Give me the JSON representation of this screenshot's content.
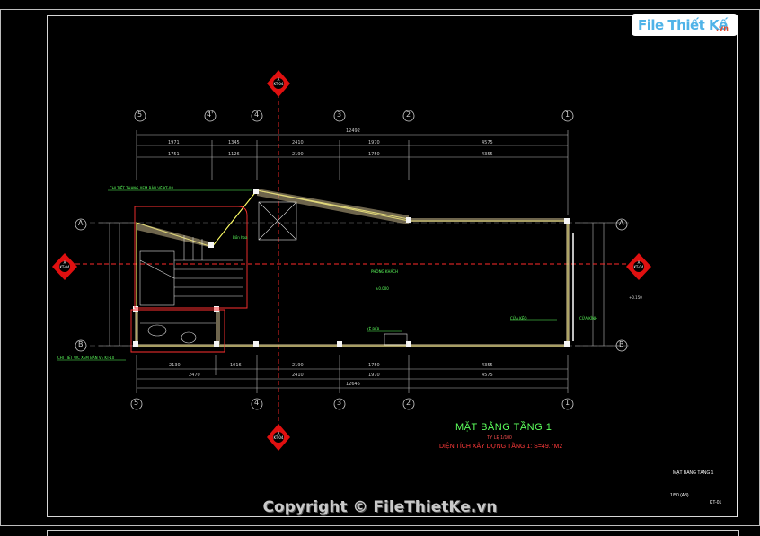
{
  "logo": {
    "brand": "File Thiết Kế",
    "tld": ".vn"
  },
  "drawing": {
    "title": "MẶT BẰNG TẦNG 1",
    "scale_note": "TỶ LỆ 1/100",
    "area_note": "DIỆN TÍCH XÂY DỰNG TẦNG 1: S=49.7M2",
    "axes_top": [
      "5",
      "4'",
      "4",
      "3",
      "2",
      "1"
    ],
    "axes_bottom": [
      "5",
      "4",
      "3",
      "2",
      "1"
    ],
    "axes_side": [
      "A",
      "B"
    ],
    "section_mark": "A",
    "section_sheet": "KT-04",
    "dims_top_total": "12492",
    "dims_top_row1": [
      "1971",
      "1345",
      "2410",
      "1970",
      "4575"
    ],
    "dims_top_row2": [
      "1751",
      "1126",
      "2190",
      "1750",
      "4355"
    ],
    "dims_bottom_row1": [
      "2130",
      "1016",
      "2190",
      "1750",
      "4355"
    ],
    "dims_bottom_row2": [
      "2470",
      "2410",
      "1970",
      "4575"
    ],
    "dims_bottom_total": "12645",
    "room_label": "PHÒNG KHÁCH",
    "room_level": "±0.000",
    "wc_note": "CHI TIẾT WC XEM BẢN VẼ KT-10",
    "stair_note": "CHI TIẾT THANG XEM BẢN VẼ KT-08",
    "level_note": "+0.150",
    "door_note": "CỬA KÉO",
    "door_note2": "CỬA KÍNH",
    "stair_label": "Bồn hoa",
    "shop_label": "KỆ BẾP"
  },
  "titleblock": {
    "name": "MẶT BẰNG TẦNG 1",
    "scale": "1/50  (A3)",
    "sheet": "KT-01"
  },
  "copyright": "Copyright © FileThietKe.vn"
}
